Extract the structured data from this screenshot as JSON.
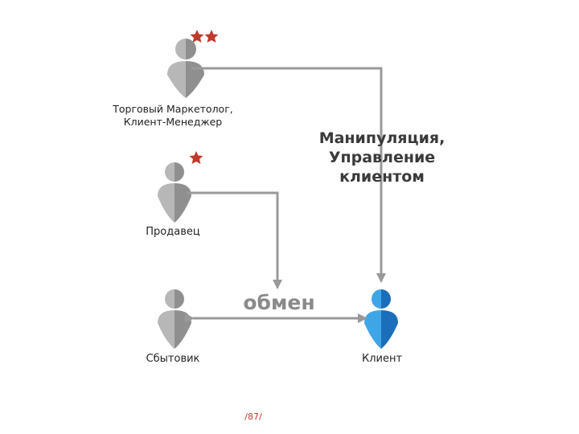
{
  "labels": {
    "marketer": "Торговый Маркетолог,\nКлиент-Менеджер",
    "seller": "Продавец",
    "fool": "Сбытовик",
    "client": "Клиент",
    "manipulation": "Манипуляция,\nУправление\nклиентом",
    "exchange": "обмен",
    "page": "/87/"
  },
  "colors": {
    "person_gray_light": "#b7b7b7",
    "person_gray_dark": "#8f8f8f",
    "person_blue_light": "#3ea6e6",
    "person_blue_dark": "#1b6fba",
    "star": "#c0392b",
    "arrow": "#999999"
  },
  "stars": {
    "marketer": 2,
    "seller": 1
  }
}
